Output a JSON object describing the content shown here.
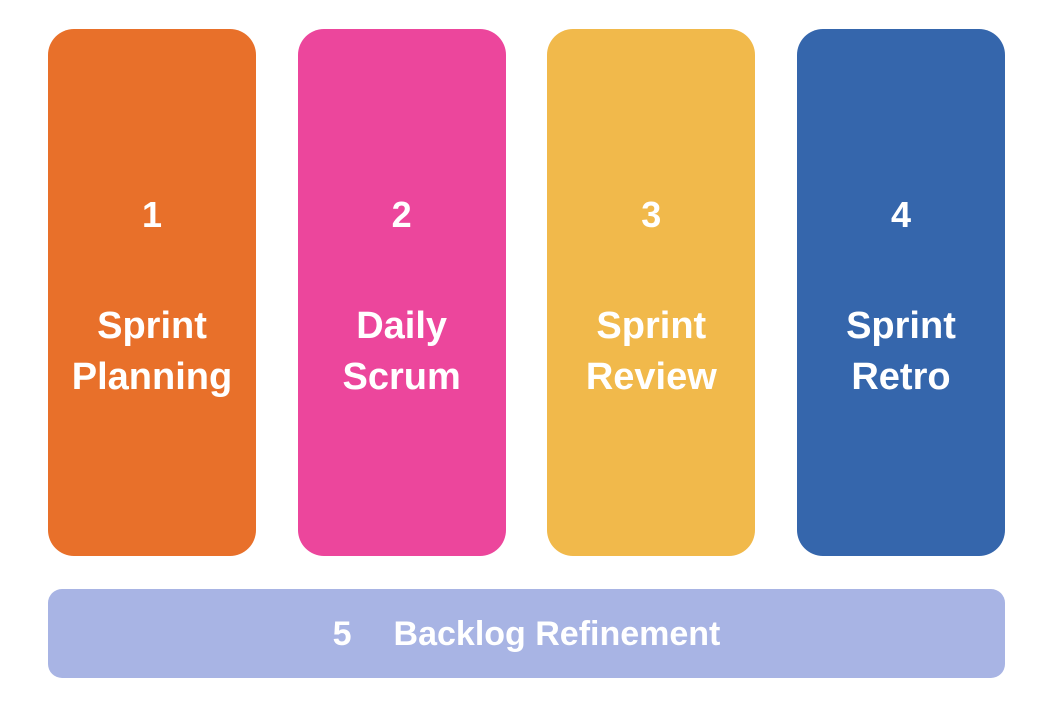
{
  "diagram": {
    "type": "scrum-events-process",
    "background_color": "#ffffff",
    "events": [
      {
        "number": "1",
        "label": "Sprint\nPlanning",
        "color": "#E8702A",
        "text_color": "#ffffff"
      },
      {
        "number": "2",
        "label": "Daily\nScrum",
        "color": "#EC469C",
        "text_color": "#ffffff"
      },
      {
        "number": "3",
        "label": "Sprint\nReview",
        "color": "#F1B94B",
        "text_color": "#ffffff"
      },
      {
        "number": "4",
        "label": "Sprint\nRetro",
        "color": "#3566AC",
        "text_color": "#ffffff"
      }
    ],
    "footer_bar": {
      "number": "5",
      "label": "Backlog Refinement",
      "color": "#A8B4E4",
      "text_color": "#ffffff"
    }
  }
}
